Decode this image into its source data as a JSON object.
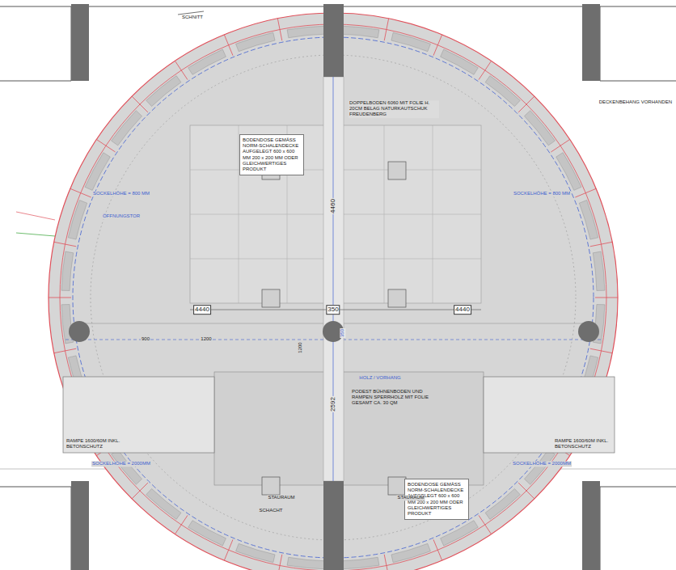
{
  "diagram": {
    "nodes": [
      {
        "text": [
          "BODENDOSE GEMÄSS NORM-SCHALENDECKE AUFGELEGT 600 x 600 MM 200 x 200 MM ODER GLEICHWERTIGES PRODUKT"
        ]
      },
      {
        "text": [
          "BODENDOSE GEMÄSS NORM-SCHALENDECKE AUFGELEGT 600 x 600 MM 200 x 200 MM ODER GLEICHWERTIGES PRODUKT"
        ]
      },
      {
        "text": [
          "RAMPE 1600/60M INKL. BETONSCHUTZ"
        ]
      },
      {
        "text": [
          "RAMPE 1600/60M INKL. BETONSCHUTZ"
        ]
      }
    ],
    "labels": [
      "SCHNITT",
      "DOPPELBODEN 6060 MIT FOLIE H. 20CM BELAG NATURKAUTSCHUK FREUDENBERG",
      "4460",
      "4440",
      "350",
      "4440",
      "350",
      "2592",
      "SOCKELHÖHE = 800 MM",
      "SOCKELHÖHE = 800 MM",
      "ÖFFNUNGSTOR",
      "SOCKELHÖHE = 2000MM",
      "SOCKELHÖHE = 2000MM",
      "HOLZ / VORHANG",
      "PODEST BÜHNENBODEN UND RAMPEN SPERRHOLZ MIT FOLIE GESAMT CA. 30 QM",
      "STAURAUM",
      "STAURAUM",
      "SCHACHT",
      "DECKENBEHANG VORHANDEN",
      "900",
      "1200",
      "1200"
    ]
  }
}
